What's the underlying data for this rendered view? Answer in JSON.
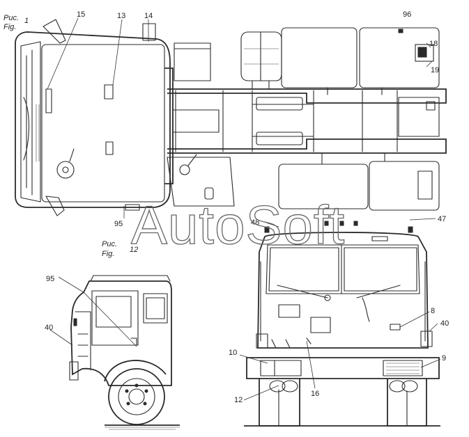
{
  "figures": [
    {
      "id": "fig1",
      "label_ru": "Рис.",
      "label_en": "Fig.",
      "number": "1"
    },
    {
      "id": "fig12",
      "label_ru": "Рис.",
      "label_en": "Fig.",
      "number": "12"
    }
  ],
  "callouts": {
    "c15": "15",
    "c13": "13",
    "c14": "14",
    "c96": "96",
    "c18": "18",
    "c19": "19",
    "c95top": "95",
    "c48": "48",
    "c47": "47",
    "c95side": "95",
    "c40side": "40",
    "c8": "8",
    "c40front": "40",
    "c10": "10",
    "c9": "9",
    "c12": "12",
    "c16": "16"
  },
  "watermark": "AutoSoft"
}
